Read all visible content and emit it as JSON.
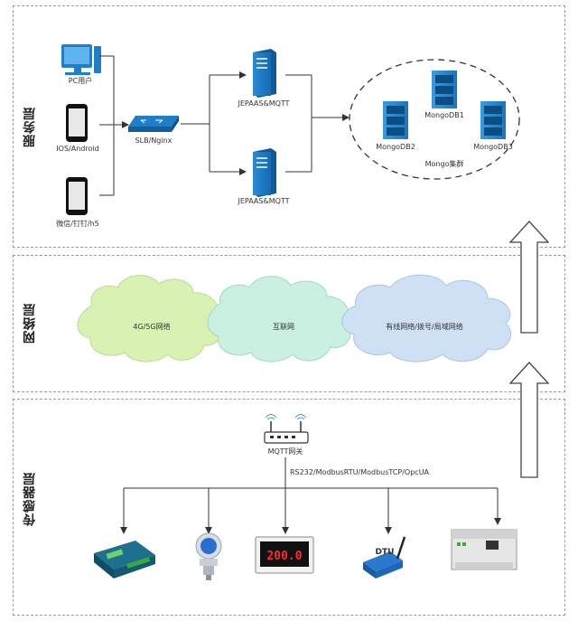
{
  "layers": {
    "service": "服务层",
    "network": "网络层",
    "sensor": "传感器层"
  },
  "service": {
    "clients": [
      "PC用户",
      "IOS/Android",
      "微信/钉钉/h5"
    ],
    "balancer": "SLB/Nginx",
    "servers": [
      "JEPAAS&MQTT",
      "JEPAAS&MQTT"
    ],
    "mongo_nodes": [
      "MongoDB1",
      "MongoDB2",
      "MongoDB3"
    ],
    "mongo_cluster": "Mongo集群"
  },
  "network": {
    "clouds": [
      "4G/5G网络",
      "互联网",
      "有线网络/拨号/局域网络"
    ],
    "cloud_colors": [
      "#d9f2b4",
      "#c9f0e0",
      "#cfe0f5"
    ]
  },
  "sensor": {
    "gateway": "MQTT网关",
    "protocols": "RS232/ModbusRTU/ModbusTCP/OpcUA",
    "dtu": "DTU",
    "display_value": "200.0"
  },
  "colors": {
    "accent": "#1e7ec8",
    "line": "#333333",
    "dash": "#9a9a9a"
  },
  "icons": [
    "desktop-pc-icon",
    "smartphone-icon",
    "network-switch-icon",
    "server-tower-icon",
    "database-cabinet-icon",
    "wifi-router-icon",
    "io-module-icon",
    "pressure-gauge-icon",
    "digital-display-icon",
    "dtu-modem-icon",
    "plc-controller-icon",
    "up-arrow-icon"
  ]
}
